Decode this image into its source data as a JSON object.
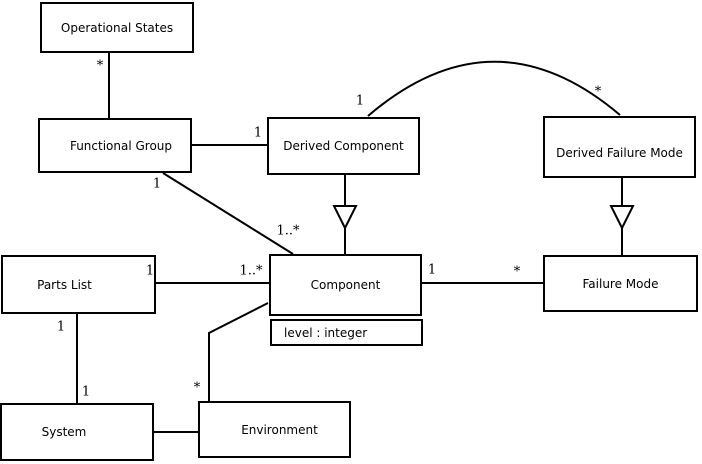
{
  "diagram": {
    "kind": "uml-class-diagram",
    "colors": {
      "ink": "#000000",
      "paper": "#ffffff"
    },
    "nodes": {
      "operational_states": {
        "label": "Operational States"
      },
      "functional_group": {
        "label": "Functional Group"
      },
      "derived_component": {
        "label": "Derived Component"
      },
      "derived_failure_mode": {
        "label": "Derived Failure Mode"
      },
      "parts_list": {
        "label": "Parts List"
      },
      "component": {
        "label": "Component",
        "attributes": [
          "level : integer"
        ]
      },
      "failure_mode": {
        "label": "Failure Mode"
      },
      "system": {
        "label": "System"
      },
      "environment": {
        "label": "Environment"
      }
    },
    "edges": [
      {
        "from": "operational_states",
        "to": "functional_group",
        "type": "association",
        "from_mult": "*",
        "to_mult": ""
      },
      {
        "from": "functional_group",
        "to": "derived_component",
        "type": "association",
        "from_mult": "",
        "to_mult": "1"
      },
      {
        "from": "functional_group",
        "to": "component",
        "type": "association",
        "from_mult": "1",
        "to_mult": "1..*"
      },
      {
        "from": "derived_component",
        "to": "derived_failure_mode",
        "type": "association-arc",
        "from_mult": "1",
        "to_mult": "*"
      },
      {
        "from": "derived_component",
        "to": "component",
        "type": "generalization",
        "from_mult": "",
        "to_mult": ""
      },
      {
        "from": "derived_failure_mode",
        "to": "failure_mode",
        "type": "generalization",
        "from_mult": "",
        "to_mult": ""
      },
      {
        "from": "parts_list",
        "to": "component",
        "type": "association",
        "from_mult": "1",
        "to_mult": "1..*"
      },
      {
        "from": "component",
        "to": "failure_mode",
        "type": "association",
        "from_mult": "1",
        "to_mult": "*"
      },
      {
        "from": "parts_list",
        "to": "system",
        "type": "association",
        "from_mult": "1",
        "to_mult": "1"
      },
      {
        "from": "system",
        "to": "environment",
        "type": "association",
        "from_mult": "",
        "to_mult": ""
      },
      {
        "from": "environment",
        "to": "component",
        "type": "association",
        "from_mult": "*",
        "to_mult": ""
      }
    ]
  }
}
